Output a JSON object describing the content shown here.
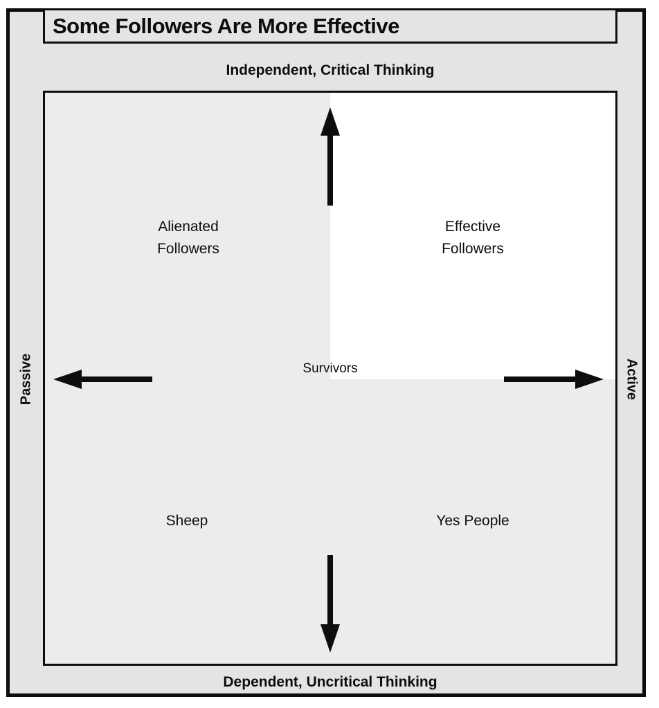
{
  "title": "Some Followers Are More Effective",
  "axes": {
    "top": "Independent, Critical Thinking",
    "bottom": "Dependent, Uncritical Thinking",
    "left": "Passive",
    "right": "Active"
  },
  "quadrants": {
    "top_left": {
      "line1": "Alienated",
      "line2": "Followers"
    },
    "top_right": {
      "line1": "Effective",
      "line2": "Followers"
    },
    "bottom_left": "Sheep",
    "bottom_right": "Yes People",
    "center": "Survivors"
  },
  "icons": {
    "arrow_up": "arrow-up-icon",
    "arrow_down": "arrow-down-icon",
    "arrow_left": "arrow-left-icon",
    "arrow_right": "arrow-right-icon"
  },
  "colors": {
    "frame_background": "#e4e4e4",
    "matrix_background": "#ececec",
    "highlight_quadrant": "#ffffff",
    "ink": "#0d0d0d"
  }
}
